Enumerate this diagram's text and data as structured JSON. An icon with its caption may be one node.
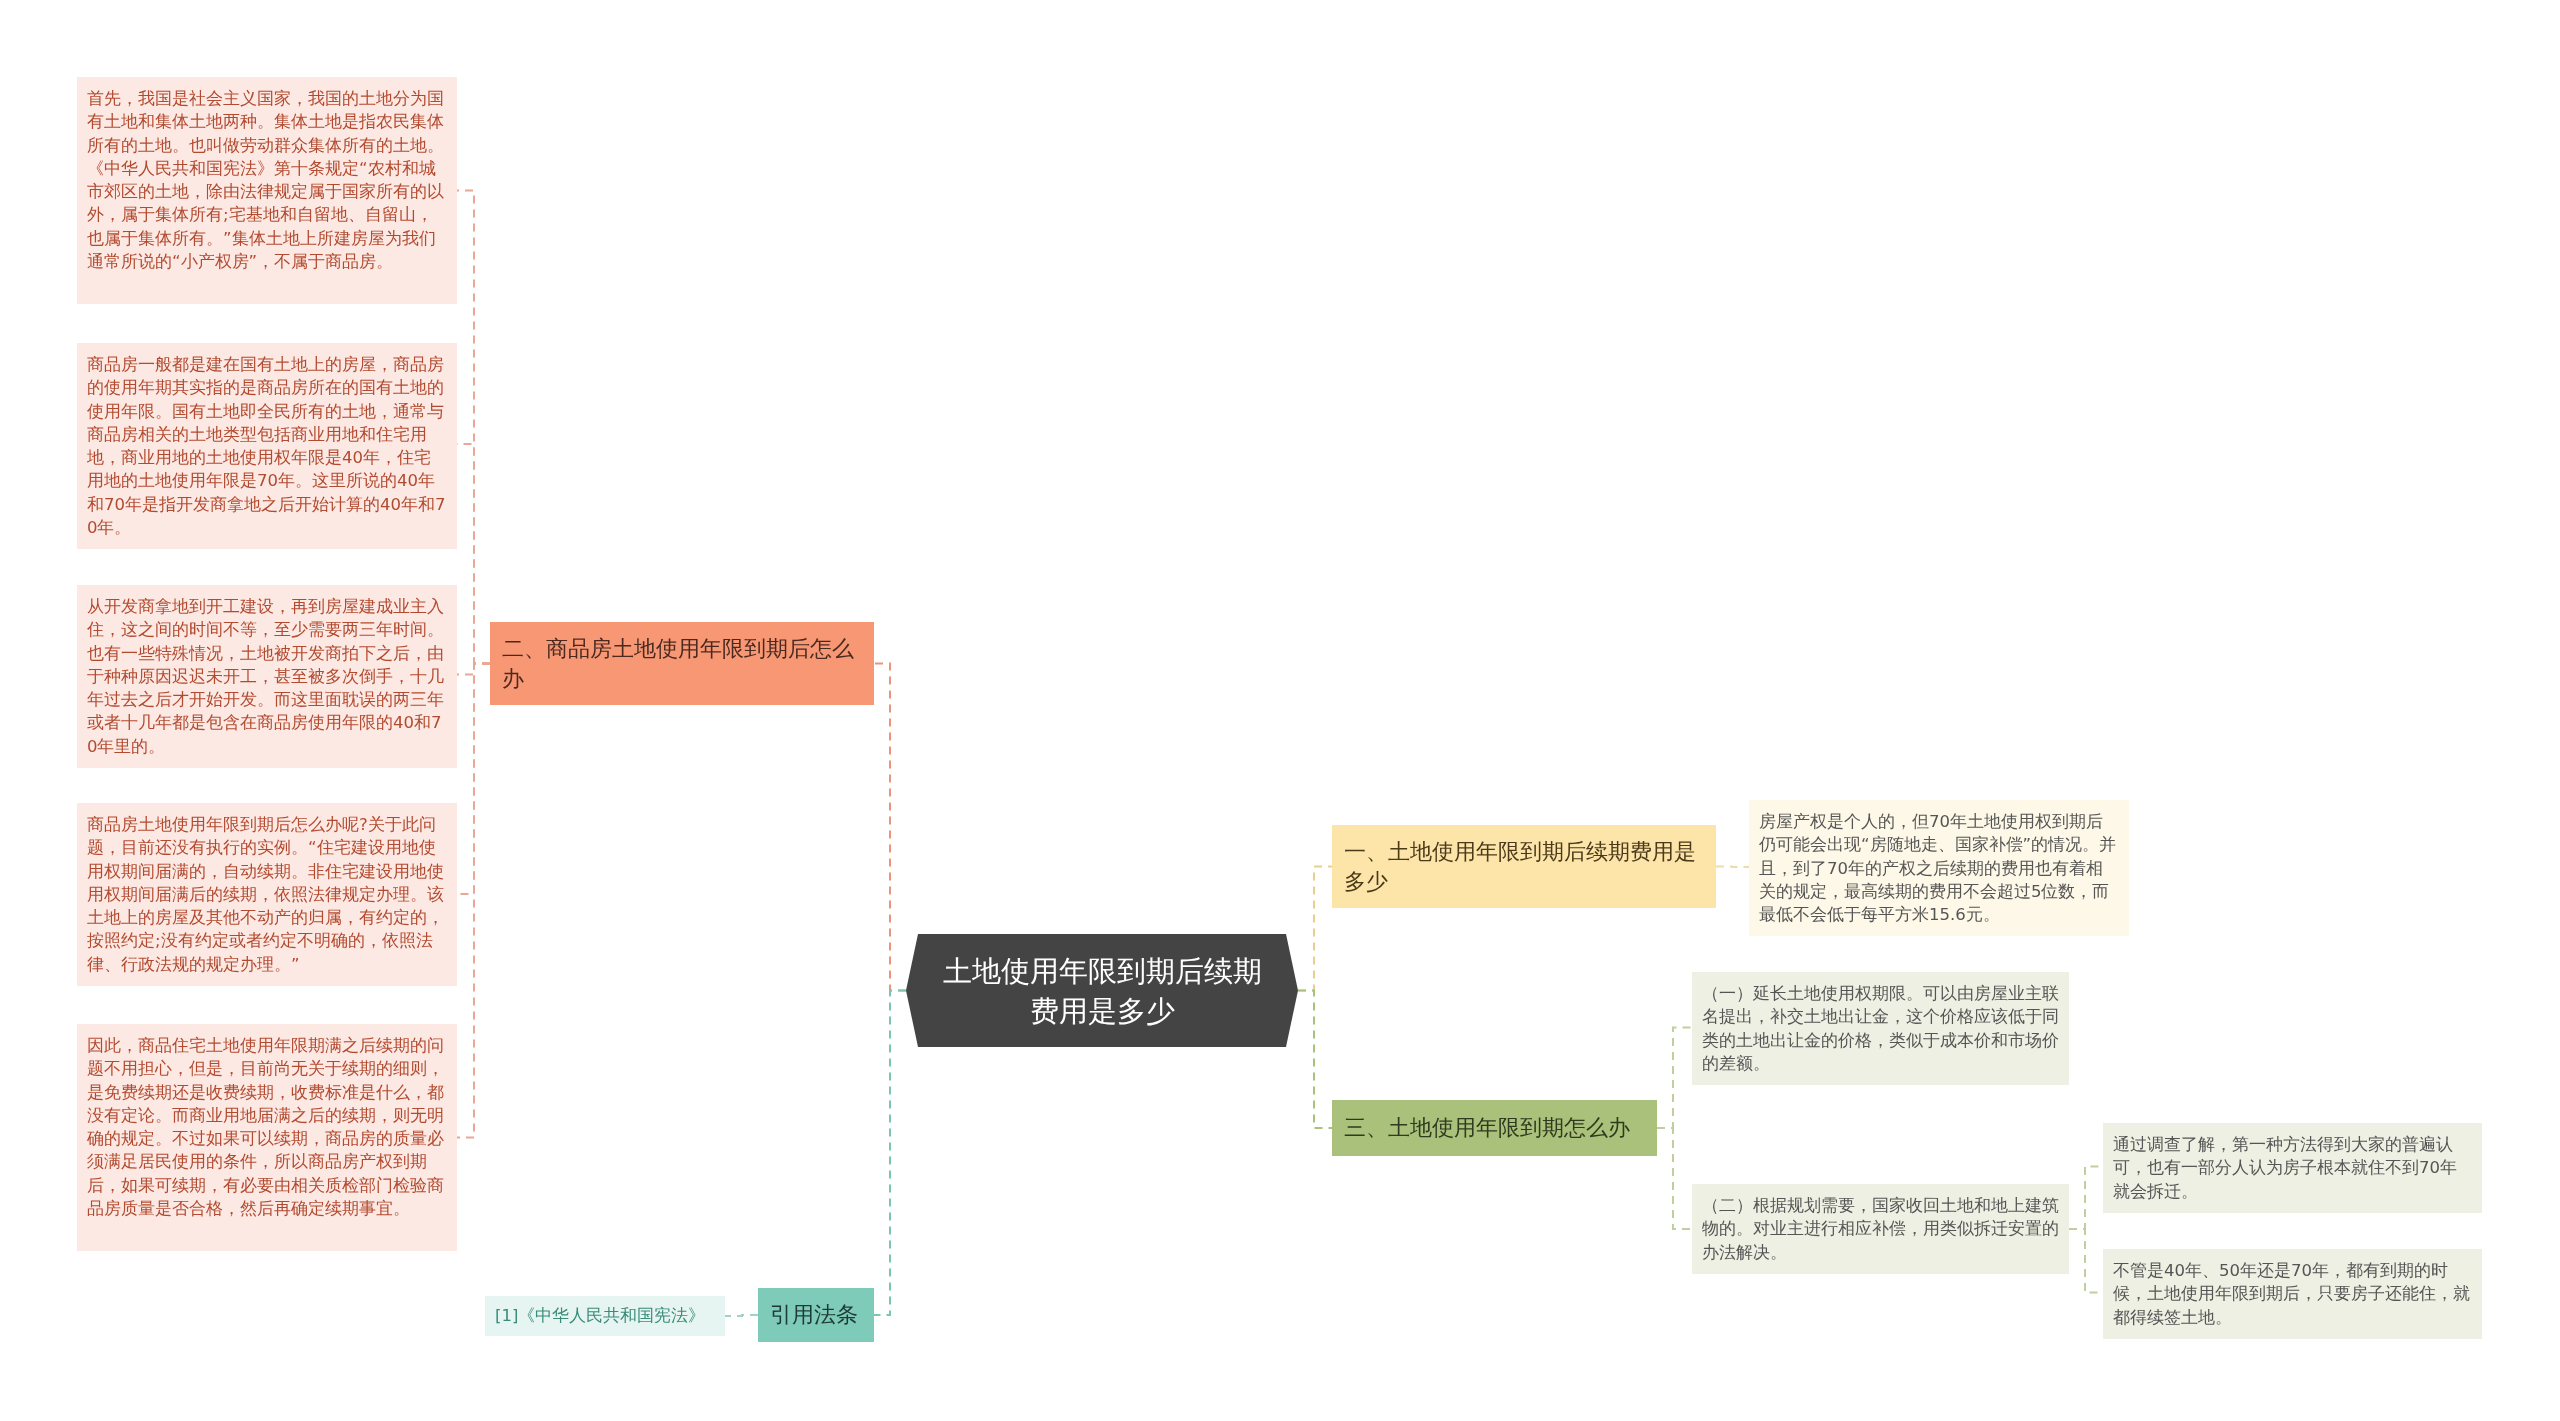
{
  "diagram": {
    "nodes": [
      {
        "text": [
          "土地使用年限到期后续期费用是多少"
        ]
      },
      {
        "text": [
          "二、商品房土地使用年限到期后怎么办"
        ]
      },
      {
        "text": [
          "首先，我国是社会主义国家，我国的土地分为国有土地和集体土地两种。集体土地是指农民集体所有的土地。也叫做劳动群众集体所有的土地。《中华人民共和国宪法》第十条规定“农村和城市郊区的土地，除由法律规定属于国家所有的以外，属于集体所有;宅基地和自留地、自留山，也属于集体所有。”集体土地上所建房屋为我们通常所说的“小产权房”，不属于商品房。"
        ]
      },
      {
        "text": [
          "商品房一般都是建在国有土地上的房屋，商品房的使用年期其实指的是商品房所在的国有土地的使用年限。国有土地即全民所有的土地，通常与商品房相关的土地类型包括商业用地和住宅用地，商业用地的土地使用权年限是40年，住宅用地的土地使用年限是70年。这里所说的40年和70年是指开发商拿地之后开始计算的40年和70年。"
        ]
      },
      {
        "text": [
          "从开发商拿地到开工建设，再到房屋建成业主入住，这之间的时间不等，至少需要两三年时间。也有一些特殊情况，土地被开发商拍下之后，由于种种原因迟迟未开工，甚至被多次倒手，十几年过去之后才开始开发。而这里面耽误的两三年或者十几年都是包含在商品房使用年限的40和70年里的。"
        ]
      },
      {
        "text": [
          "商品房土地使用年限到期后怎么办呢?关于此问题，目前还没有执行的实例。“住宅建设用地使用权期间届满的，自动续期。非住宅建设用地使用权期间届满后的续期，依照法律规定办理。该土地上的房屋及其他不动产的归属，有约定的，按照约定;没有约定或者约定不明确的，依照法律、行政法规的规定办理。”"
        ]
      },
      {
        "text": [
          "因此，商品住宅土地使用年限期满之后续期的问题不用担心，但是，目前尚无关于续期的细则，是免费续期还是收费续期，收费标准是什么，都没有定论。而商业用地届满之后的续期，则无明确的规定。不过如果可以续期，商品房的质量必须满足居民使用的条件，所以商品房产权到期后，如果可续期，有必要由相关质检部门检验商品房质量是否合格，然后再确定续期事宜。"
        ]
      },
      {
        "text": [
          "引用法条"
        ]
      },
      {
        "text": [
          "[1]《中华人民共和国宪法》"
        ]
      },
      {
        "text": [
          "一、土地使用年限到期后续期费用是多少"
        ]
      },
      {
        "text": [
          "房屋产权是个人的，但70年土地使用权到期后仍可能会出现“房随地走、国家补偿”的情况。并且，到了70年的产权之后续期的费用也有着相关的规定，最高续期的费用不会超过5位数，而最低不会低于每平方米15.6元。"
        ]
      },
      {
        "text": [
          "三、土地使用年限到期怎么办"
        ]
      },
      {
        "text": [
          "（一）延长土地使用权期限。可以由房屋业主联名提出，补交土地出让金，这个价格应该低于同类的土地出让金的价格，类似于成本价和市场价的差额。"
        ]
      },
      {
        "text": [
          "（二）根据规划需要，国家收回土地和地上建筑物的。对业主进行相应补偿，用类似拆迁安置的办法解决。"
        ]
      },
      {
        "text": [
          "通过调查了解，第一种方法得到大家的普遍认可，也有一部分人认为房子根本就住不到70年就会拆迁。"
        ]
      },
      {
        "text": [
          "不管是40年、50年还是70年，都有到期的时候，土地使用年限到期后，只要房子还能住，就都得续签土地。"
        ]
      }
    ],
    "edges": [
      {
        "from": 0,
        "to": 1,
        "arrow": "none",
        "style": "dashed",
        "color": "#e8957a"
      },
      {
        "from": 1,
        "to": 2,
        "arrow": "none",
        "style": "dashed",
        "color": "#e8a893"
      },
      {
        "from": 1,
        "to": 3,
        "arrow": "none",
        "style": "dashed",
        "color": "#e8a893"
      },
      {
        "from": 1,
        "to": 4,
        "arrow": "none",
        "style": "dashed",
        "color": "#e8a893"
      },
      {
        "from": 1,
        "to": 5,
        "arrow": "none",
        "style": "dashed",
        "color": "#e8a893"
      },
      {
        "from": 1,
        "to": 6,
        "arrow": "none",
        "style": "dashed",
        "color": "#e8a893"
      },
      {
        "from": 0,
        "to": 7,
        "arrow": "none",
        "style": "dashed",
        "color": "#7cc5b5"
      },
      {
        "from": 7,
        "to": 8,
        "arrow": "none",
        "style": "dashed",
        "color": "#9fd3c7"
      },
      {
        "from": 0,
        "to": 9,
        "arrow": "none",
        "style": "dashed",
        "color": "#e8cf8f"
      },
      {
        "from": 9,
        "to": 10,
        "arrow": "none",
        "style": "dashed",
        "color": "#ecdcae"
      },
      {
        "from": 0,
        "to": 11,
        "arrow": "none",
        "style": "dashed",
        "color": "#a9c17a"
      },
      {
        "from": 11,
        "to": 12,
        "arrow": "none",
        "style": "dashed",
        "color": "#c0cfa0"
      },
      {
        "from": 11,
        "to": 13,
        "arrow": "none",
        "style": "dashed",
        "color": "#c0cfa0"
      },
      {
        "from": 13,
        "to": 14,
        "arrow": "none",
        "style": "dashed",
        "color": "#c0cfa0"
      },
      {
        "from": 13,
        "to": 15,
        "arrow": "none",
        "style": "dashed",
        "color": "#c0cfa0"
      }
    ]
  }
}
